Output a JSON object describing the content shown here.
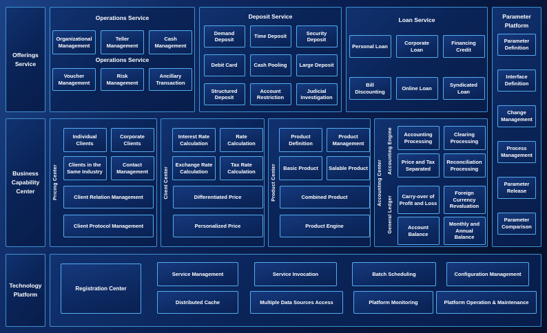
{
  "colors": {
    "background": "#0a1e4f",
    "panel_fill": "#0a2458",
    "panel_border": "#3e92d4",
    "box_fill": "#0d2a63",
    "box_border": "#54adef",
    "text": "#ffffff"
  },
  "left_rail": {
    "offerings": "Offerings Service",
    "business": "Business Capability Center",
    "technology": "Technology Platform"
  },
  "operations": {
    "title": "Operations Service",
    "subtitle": "Operations Service",
    "row1": [
      "Organizational Management",
      "Teller Management",
      "Cash Management"
    ],
    "row2": [
      "Voucher Management",
      "Risk Management",
      "Ancillary Transaction"
    ]
  },
  "deposit": {
    "title": "Deposit Service",
    "row1": [
      "Demand Deposit",
      "Time Deposit",
      "Security Deposit"
    ],
    "row2": [
      "Debit Card",
      "Cash Pooling",
      "Large Deposit"
    ],
    "row3": [
      "Structured Deposit",
      "Account Restriction",
      "Judicial Investigation"
    ]
  },
  "loan": {
    "title": "Loan Service",
    "row1": [
      "Personal Loan",
      "Corporate Loan",
      "Financing Credit"
    ],
    "row2": [
      "Bill Discounting",
      "Online Loan",
      "Syndicated Loan"
    ]
  },
  "parameter": {
    "title": "Parameter Platform",
    "items": [
      "Parameter Definition",
      "Interface Definition",
      "Change Management",
      "Process Management",
      "Parameter Release",
      "Parameter Comparison"
    ]
  },
  "pricing_center": {
    "label": "Pricing Center",
    "small": [
      "Individual Clients",
      "Corporate Clients",
      "Clients in the Same Industry",
      "Contact Management"
    ],
    "wide": [
      "Client Relation Management",
      "Client Protocol Management"
    ]
  },
  "client_center": {
    "label": "Client Center",
    "small": [
      "Interest Rate Calculation",
      "Rate Calculation",
      "Exchange Rate Calculation",
      "Tax Rate Calculation"
    ],
    "wide": [
      "Differentiated Price",
      "Personalized Price"
    ]
  },
  "product_center": {
    "label": "Product Center",
    "small": [
      "Product Definition",
      "Product Management",
      "Basic Product",
      "Salable Product"
    ],
    "wide": [
      "Combined Product",
      "Product Engine"
    ]
  },
  "accounting": {
    "outer_label": "Accounting Center",
    "engine_label": "Accounting Engine",
    "ledger_label": "General Ledger",
    "engine_boxes": [
      "Accounting Processing",
      "Clearing Processing",
      "Price and Tax Separated",
      "Reconciliation Processing"
    ],
    "ledger_boxes": [
      "Carry-over of Profit and Loss",
      "Foreign Currency Revaluation",
      "Account Balance",
      "Monthly and Annual Balance"
    ]
  },
  "technology": {
    "registration": "Registration Center",
    "row1": [
      "Service Management",
      "Service Invocation",
      "Batch Scheduling",
      "Configuration Management"
    ],
    "row2": [
      "Distributed Cache",
      "Multiple Data Sources Access",
      "Platform Monitoring",
      "Platform Operation & Maintenance"
    ]
  }
}
